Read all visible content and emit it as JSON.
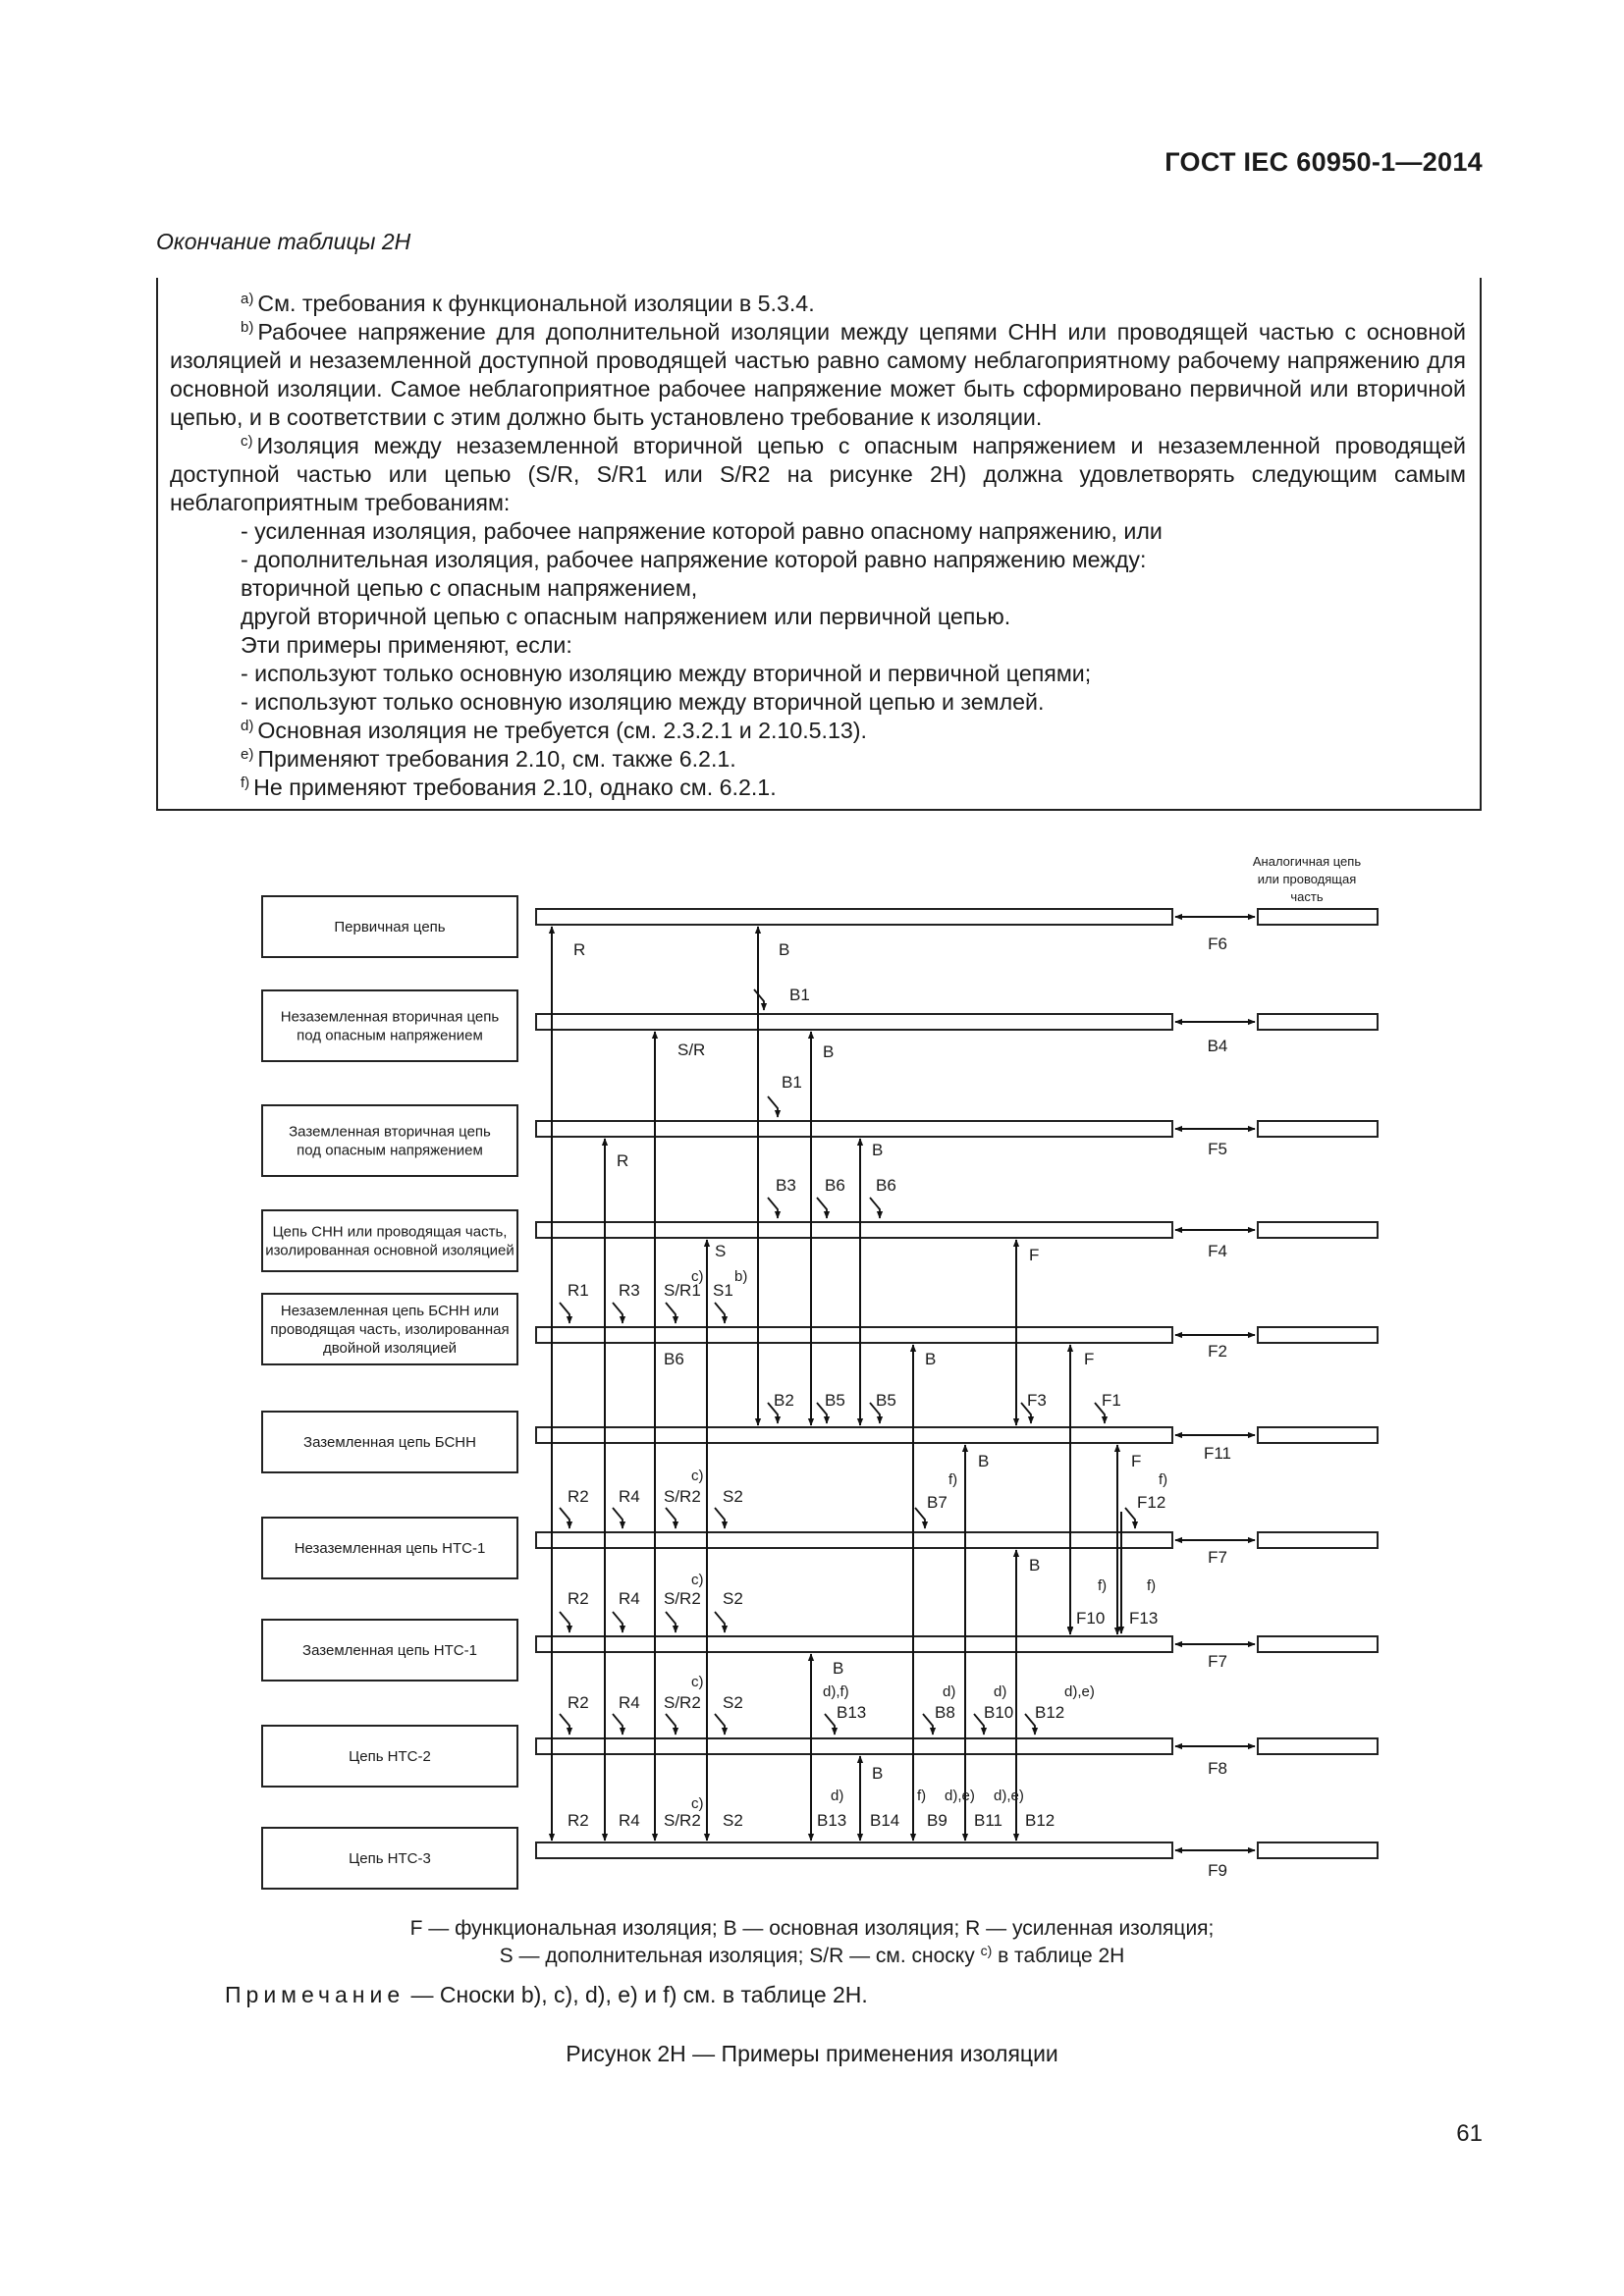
{
  "header": {
    "doc_code": "ГОСТ IEC 60950-1—2014"
  },
  "table_caption": "Окончание таблицы 2H",
  "footnotes": {
    "a": {
      "mark": "a)",
      "text": "См. требования к функциональной изоляции в 5.3.4."
    },
    "b": {
      "mark": "b)",
      "text": "Рабочее напряжение для дополнительной изоляции между цепями СНН или проводящей частью с основной изоляцией и незаземленной доступной проводящей частью равно самому неблагоприятному рабочему напряжению для основной изоляции. Самое неблагоприятное рабочее напряжение может быть сформировано первичной или вторичной цепью, и в соответствии с этим должно быть установлено требование к изоляции."
    },
    "c": {
      "mark": "c)",
      "text": "Изоляция между незаземленной вторичной цепью с опасным напряжением и незаземленной проводящей доступной частью или цепью (S/R, S/R1 или S/R2 на рисунке 2H) должна удовлетворять следующим самым неблагоприятным требованиям:",
      "lines": [
        "-  усиленная изоляция, рабочее напряжение которой равно опасному напряжению, или",
        "-  дополнительная изоляция, рабочее напряжение которой равно напряжению между:",
        "вторичной цепью с опасным напряжением,",
        "другой вторичной цепью с опасным напряжением или первичной цепью.",
        "Эти примеры применяют, если:",
        "-  используют только основную изоляцию между вторичной и первичной цепями;",
        "-  используют только основную изоляцию между вторичной цепью и землей."
      ]
    },
    "d": {
      "mark": "d)",
      "text": "Основная изоляция не требуется (см. 2.3.2.1 и 2.10.5.13)."
    },
    "e": {
      "mark": "e)",
      "text": "Применяют требования 2.10, см. также 6.2.1."
    },
    "f": {
      "mark": "f)",
      "text": "Не применяют требования 2.10, однако см. 6.2.1."
    }
  },
  "diagram": {
    "analog_label": [
      "Аналогичная цепь",
      "или проводящая",
      "часть"
    ],
    "circuits": [
      {
        "lines": [
          "Первичная цепь"
        ],
        "f": "F6"
      },
      {
        "lines": [
          "Незаземленная вторичная цепь",
          "под опасным напряжением"
        ],
        "f": "B4"
      },
      {
        "lines": [
          "Заземленная вторичная цепь",
          "под опасным напряжением"
        ],
        "f": "F5"
      },
      {
        "lines": [
          "Цепь СНН или проводящая часть,",
          "изолированная основной изоляцией"
        ],
        "f": "F4"
      },
      {
        "lines": [
          "Незаземленная цепь БСНН или",
          "проводящая часть, изолированная",
          "двойной изоляцией"
        ],
        "f": "F2"
      },
      {
        "lines": [
          "Заземленная цепь БСНН"
        ],
        "f": "F11"
      },
      {
        "lines": [
          "Незаземленная цепь НТС-1"
        ],
        "f": "F7"
      },
      {
        "lines": [
          "Заземленная цепь НТС-1"
        ],
        "f": "F7"
      },
      {
        "lines": [
          "Цепь НТС-2"
        ],
        "f": "F8"
      },
      {
        "lines": [
          "Цепь НТС-3"
        ],
        "f": "F9"
      }
    ],
    "labels": {
      "R": "R",
      "R1": "R1",
      "R2": "R2",
      "R3": "R3",
      "R4": "R4",
      "B": "B",
      "B1": "B1",
      "B2": "B2",
      "B3": "B3",
      "B5": "B5",
      "B6": "B6",
      "B7": "B7",
      "B8": "B8",
      "B9": "B9",
      "B10": "B10",
      "B11": "B11",
      "B12": "B12",
      "B13": "B13",
      "B14": "B14",
      "S": "S",
      "S1": "S1",
      "S2": "S2",
      "SR": "S/R",
      "SR1": "S/R1",
      "SR2": "S/R2",
      "F": "F",
      "F1": "F1",
      "F3": "F3",
      "F10": "F10",
      "F12": "F12",
      "F13": "F13",
      "b": "b)",
      "c": "c)",
      "d": "d)",
      "e": "e)",
      "f": "f)",
      "df": "d),f)",
      "de": "d),e)"
    }
  },
  "legend": {
    "line1": "F — функциональная изоляция; B — основная изоляция; R — усиленная изоляция;",
    "line2_pre": "S — дополнительная изоляция; S/R — см. сноску ",
    "line2_sup": "c)",
    "line2_post": " в таблице 2H"
  },
  "note": {
    "label": "Примечание",
    "text": " —  Сноски b), c), d), e) и f) см. в таблице 2H."
  },
  "figure_caption": "Рисунок 2H — Примеры применения изоляции",
  "page_number": "61"
}
